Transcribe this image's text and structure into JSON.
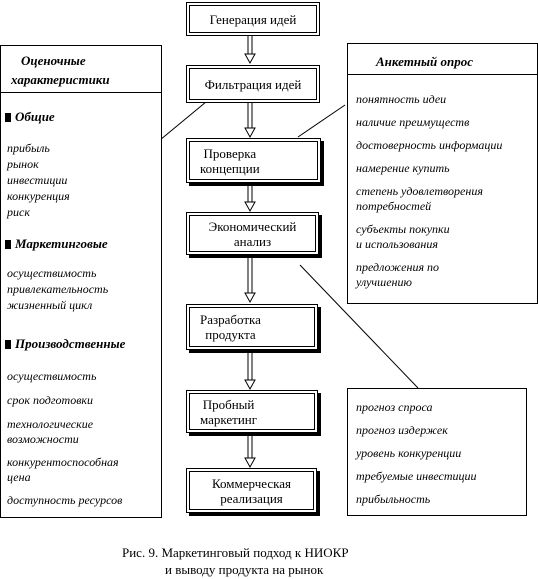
{
  "flow": {
    "steps": [
      "Генерация  идей",
      "Фильтрация  идей",
      "Проверка\nконцепции",
      "Экономический\nанализ",
      "Разработка\nпродукта",
      "Пробный\nмаркетинг",
      "Коммерческая\nреализация"
    ]
  },
  "left_panel": {
    "title_line1": "Оценочные",
    "title_line2": "характеристики",
    "sections": [
      {
        "title": "Общие",
        "items": [
          "прибыль",
          "рынок",
          "инвестиции",
          "конкуренция",
          "риск"
        ]
      },
      {
        "title": "Маркетинговые",
        "items": [
          "осуществимость",
          "привлекательность",
          "жизненный  цикл"
        ]
      },
      {
        "title": "Производственные",
        "items": [
          "осуществимость",
          "срок  подготовки",
          "технологические",
          "возможности",
          "конкурентоспособная",
          "цена",
          "доступность  ресурсов"
        ]
      }
    ]
  },
  "survey_panel": {
    "title": "Анкетный  опрос",
    "items": [
      "понятность  идеи",
      "наличие  преимуществ",
      "достоверность  информации",
      "намерение  купить",
      "степень  удовлетворения",
      "потребностей",
      "субъекты  покупки",
      "и  использования",
      "предложения  по",
      "улучшению"
    ]
  },
  "forecast_panel": {
    "items": [
      "прогноз  спроса",
      "прогноз  издержек",
      "уровень  конкуренции",
      "требуемые  инвестиции",
      "прибыльность"
    ]
  },
  "caption": {
    "line1": "Рис. 9.  Маркетинговый  подход  к  НИОКР",
    "line2": "и  выводу  продукта  на  рынок"
  }
}
